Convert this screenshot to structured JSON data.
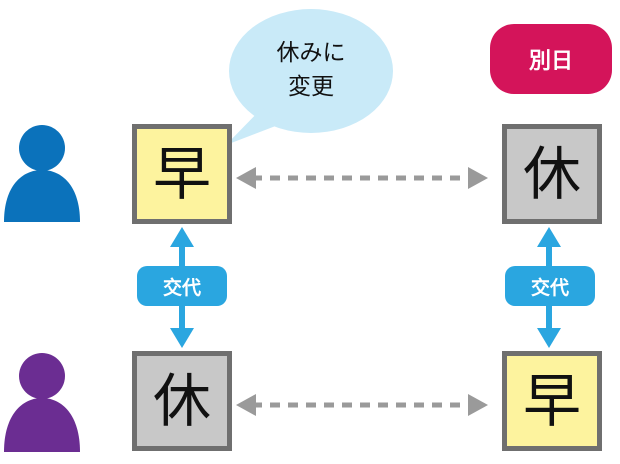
{
  "bubble": {
    "line1": "休みに",
    "line2": "変更"
  },
  "badge": {
    "label": "別日"
  },
  "boxes": {
    "top_left": "早",
    "top_right": "休",
    "bottom_left": "休",
    "bottom_right": "早"
  },
  "swap": {
    "left": "交代",
    "right": "交代"
  },
  "colors": {
    "person_top": "#0b72bb",
    "person_bottom": "#6b2d92",
    "early_fill": "#fdf39e",
    "off_fill": "#c8c8c8",
    "swap_accent": "#2aa6e0",
    "badge": "#d4145a",
    "bubble_fill": "#c9eaf8"
  }
}
